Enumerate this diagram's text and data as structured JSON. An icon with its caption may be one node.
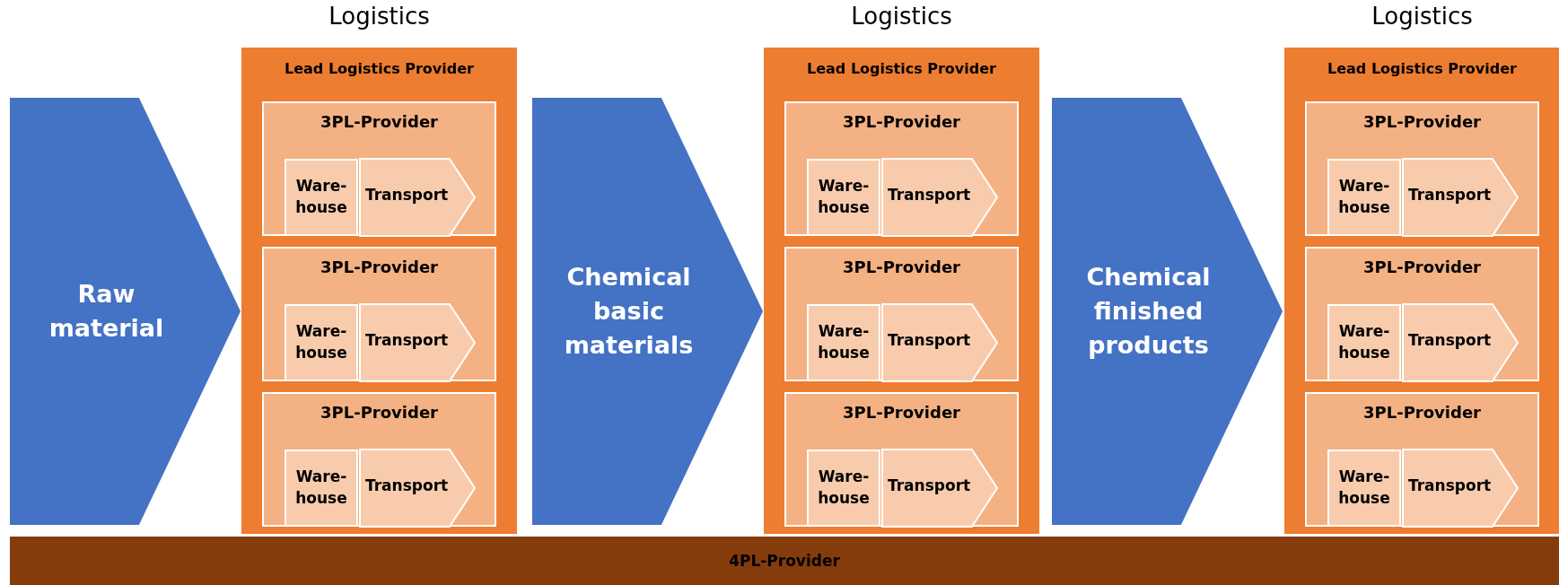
{
  "diagram": {
    "nodes": [
      {
        "text": [
          "Raw material"
        ]
      },
      {
        "text": [
          "Logistics",
          "Lead Logistics Provider"
        ]
      },
      {
        "text": [
          "3PL-Provider"
        ],
        "in": 1
      },
      {
        "text": [
          "Ware-house"
        ],
        "in": 2
      },
      {
        "text": [
          "Transport"
        ],
        "in": 2
      },
      {
        "text": [
          "3PL-Provider"
        ],
        "in": 1
      },
      {
        "text": [
          "Ware-house"
        ],
        "in": 5
      },
      {
        "text": [
          "Transport"
        ],
        "in": 5
      },
      {
        "text": [
          "3PL-Provider"
        ],
        "in": 1
      },
      {
        "text": [
          "Ware-house"
        ],
        "in": 8
      },
      {
        "text": [
          "Transport"
        ],
        "in": 8
      },
      {
        "text": [
          "Chemical basic materials"
        ]
      },
      {
        "text": [
          "Logistics",
          "Lead Logistics Provider"
        ]
      },
      {
        "text": [
          "3PL-Provider"
        ],
        "in": 12
      },
      {
        "text": [
          "Ware-house"
        ],
        "in": 13
      },
      {
        "text": [
          "Transport"
        ],
        "in": 13
      },
      {
        "text": [
          "3PL-Provider"
        ],
        "in": 12
      },
      {
        "text": [
          "Ware-house"
        ],
        "in": 16
      },
      {
        "text": [
          "Transport"
        ],
        "in": 16
      },
      {
        "text": [
          "3PL-Provider"
        ],
        "in": 12
      },
      {
        "text": [
          "Ware-house"
        ],
        "in": 19
      },
      {
        "text": [
          "Transport"
        ],
        "in": 19
      },
      {
        "text": [
          "Chemical finished products"
        ]
      },
      {
        "text": [
          "Logistics",
          "Lead Logistics Provider"
        ]
      },
      {
        "text": [
          "3PL-Provider"
        ],
        "in": 23
      },
      {
        "text": [
          "Ware-house"
        ],
        "in": 24
      },
      {
        "text": [
          "Transport"
        ],
        "in": 24
      },
      {
        "text": [
          "3PL-Provider"
        ],
        "in": 23
      },
      {
        "text": [
          "Ware-house"
        ],
        "in": 27
      },
      {
        "text": [
          "Transport"
        ],
        "in": 27
      },
      {
        "text": [
          "3PL-Provider"
        ],
        "in": 23
      },
      {
        "text": [
          "Ware-house"
        ],
        "in": 30
      },
      {
        "text": [
          "Transport"
        ],
        "in": 30
      },
      {
        "text": [
          "4PL-Provider"
        ]
      }
    ]
  }
}
